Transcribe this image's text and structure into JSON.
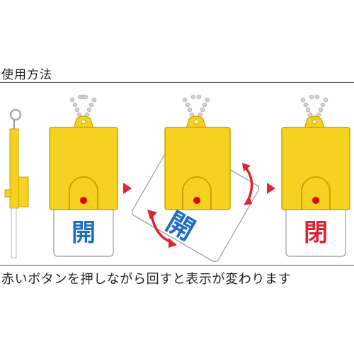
{
  "heading": "使用方法",
  "caption": "赤いボタンを押しながら回すと表示が変わります",
  "plates": {
    "open": "開",
    "closed": "閉"
  },
  "colors": {
    "body_yellow": "#f5d21f",
    "body_edge": "#c9a400",
    "open_blue": "#1f6fc4",
    "closed_red": "#e02230",
    "button_red": "#e60012",
    "arrow_red": "#e0242c"
  },
  "icons": [
    "side-view-icon",
    "step-arrow-icon",
    "rotate-arrow-icon",
    "ball-chain-icon"
  ]
}
